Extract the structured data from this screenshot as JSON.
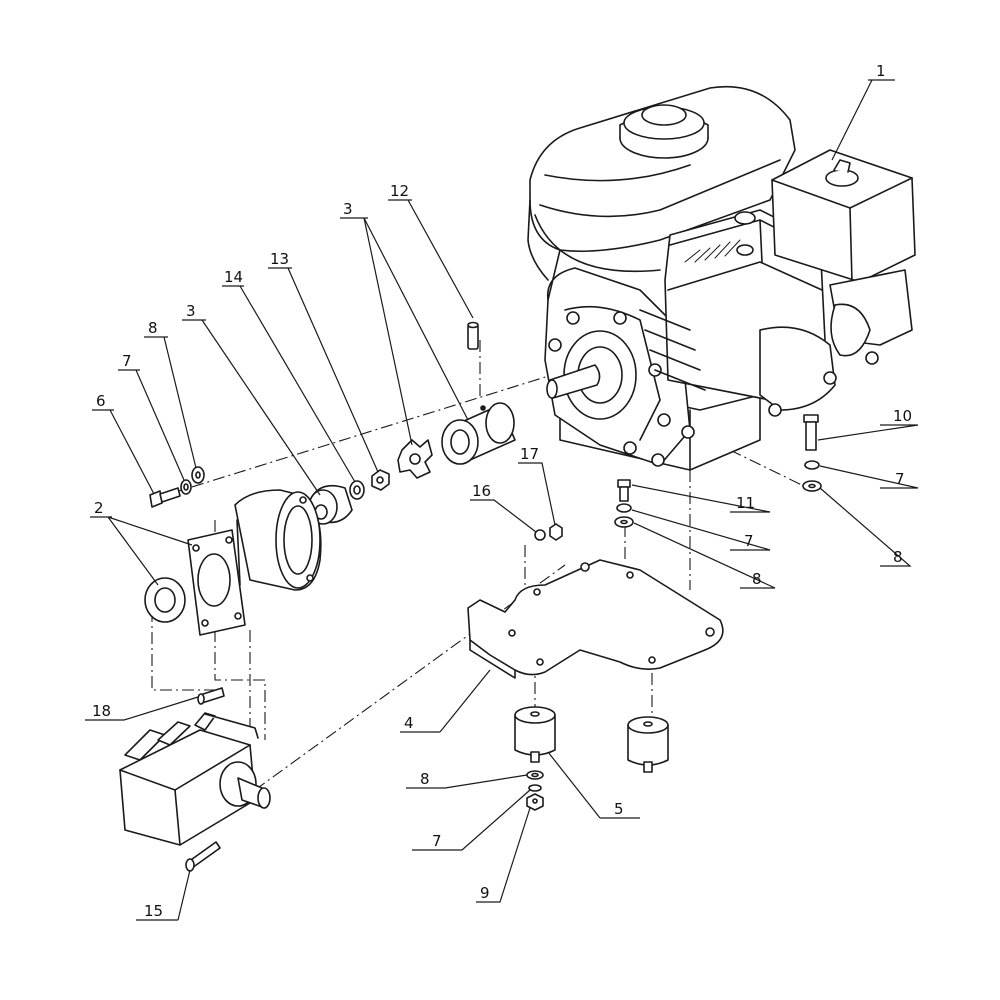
{
  "callouts": [
    {
      "id": "c1",
      "label": "1"
    },
    {
      "id": "c2",
      "label": "2"
    },
    {
      "id": "c3a",
      "label": "3"
    },
    {
      "id": "c3b",
      "label": "3"
    },
    {
      "id": "c4",
      "label": "4"
    },
    {
      "id": "c5",
      "label": "5"
    },
    {
      "id": "c6",
      "label": "6"
    },
    {
      "id": "c7a",
      "label": "7"
    },
    {
      "id": "c7b",
      "label": "7"
    },
    {
      "id": "c7c",
      "label": "7"
    },
    {
      "id": "c7d",
      "label": "7"
    },
    {
      "id": "c8a",
      "label": "8"
    },
    {
      "id": "c8b",
      "label": "8"
    },
    {
      "id": "c8c",
      "label": "8"
    },
    {
      "id": "c8d",
      "label": "8"
    },
    {
      "id": "c9",
      "label": "9"
    },
    {
      "id": "c10",
      "label": "10"
    },
    {
      "id": "c11",
      "label": "11"
    },
    {
      "id": "c12",
      "label": "12"
    },
    {
      "id": "c13",
      "label": "13"
    },
    {
      "id": "c14",
      "label": "14"
    },
    {
      "id": "c15",
      "label": "15"
    },
    {
      "id": "c16",
      "label": "16"
    },
    {
      "id": "c17",
      "label": "17"
    },
    {
      "id": "c18",
      "label": "18"
    }
  ]
}
